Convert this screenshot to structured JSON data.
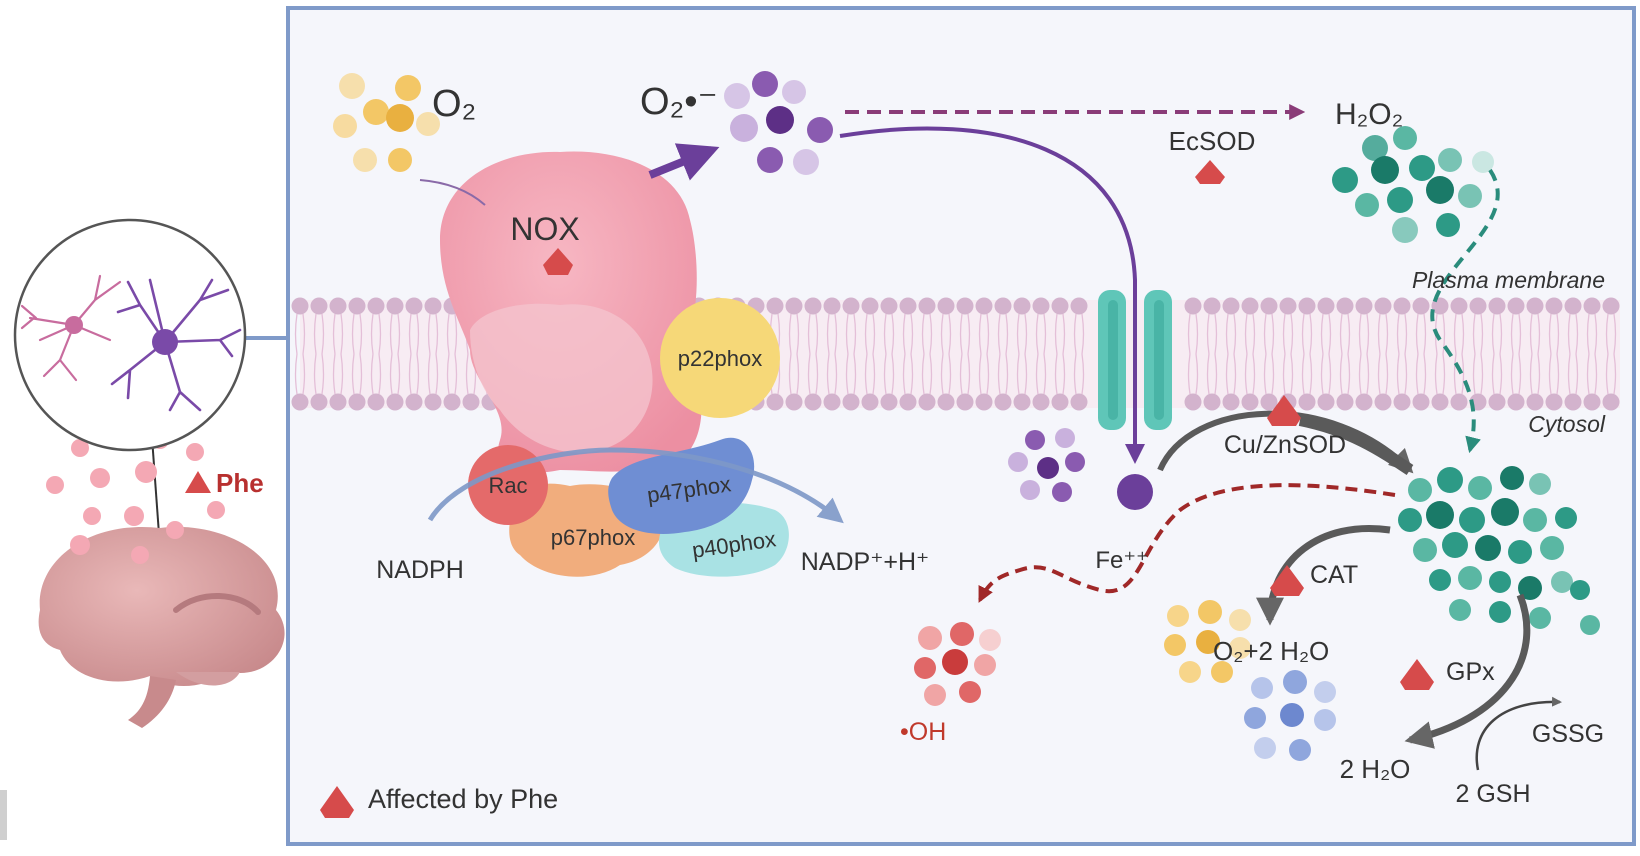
{
  "labels": {
    "o2": "O₂",
    "superoxide": "O₂•⁻",
    "h2o2": "H₂O₂",
    "ecsod": "EcSOD",
    "nox": "NOX",
    "p22phox": "p22phox",
    "rac": "Rac",
    "p67phox": "p67phox",
    "p47phox": "p47phox",
    "p40phox": "p40phox",
    "nadph": "NADPH",
    "nadp": "NADP⁺+H⁺",
    "plasma_membrane": "Plasma membrane",
    "cytosol": "Cytosol",
    "cuznsod": "Cu/ZnSOD",
    "fe": "Fe⁺⁺",
    "cat": "CAT",
    "o2_2h2o": "O₂+2 H₂O",
    "gpx": "GPx",
    "gssg": "GSSG",
    "two_h2o": "2 H₂O",
    "two_gsh": "2 GSH",
    "oh": "•OH",
    "phe": "Phe",
    "legend": "Affected by Phe"
  },
  "colors": {
    "panel_border": "#7f9ac9",
    "panel_bg": "#f5f6fb",
    "nox": "#ef9aab",
    "affected_marker": "#d64b4b",
    "superoxide": "#8a5bb0",
    "h2o2": "#2d9a86",
    "o2_molecule": "#f3c766",
    "hydroxyl": "#e06767",
    "water": "#8fa6dd",
    "membrane_head": "#d3b3cd",
    "channel": "#5fc6b8"
  },
  "icons": [
    "affected-triangle-icon",
    "neuron-icon",
    "brain-icon"
  ]
}
